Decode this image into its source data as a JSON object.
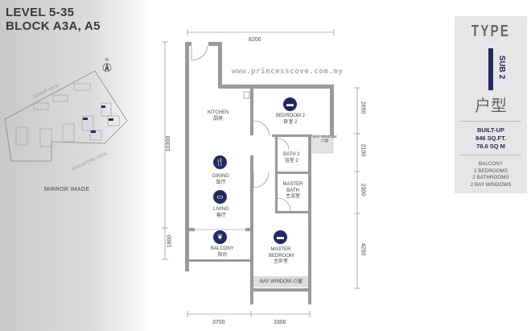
{
  "header": {
    "level": "LEVEL 5-35",
    "block": "BLOCK A3A, A5"
  },
  "site_plan": {
    "north": "N",
    "view_top": "JOHOR VIEW",
    "view_bottom": "SINGAPORE VIEW",
    "note": "MIRROR IMAGE",
    "highlight_color": "#232a63"
  },
  "watermark": "www.princesscove.com.my",
  "rooms": {
    "kitchen": {
      "en": "KITCHEN",
      "cn": "厨房"
    },
    "bedroom2": {
      "en": "BEDROOM 2",
      "cn": "卧室 2"
    },
    "bay_window_small": {
      "en": "BAY WINDOW",
      "cn": "凸窗"
    },
    "bath2": {
      "en": "BATH 2",
      "cn": "浴室 2"
    },
    "master_bath": {
      "en": "MASTER BATH",
      "cn": "主浴室"
    },
    "dining": {
      "en": "DINING",
      "cn": "饭厅"
    },
    "living": {
      "en": "LIVING",
      "cn": "客厅"
    },
    "balcony": {
      "en": "BALCONY",
      "cn": "阳台"
    },
    "master_bedroom": {
      "en": "MASTER BEDROOM",
      "cn": "主卧室"
    },
    "bay_window": {
      "en": "BAY WINDOW 凸窗"
    }
  },
  "dimensions": {
    "top": "8200",
    "left_total": "10300",
    "left_balcony": "1800",
    "right": [
      "2650",
      "2100",
      "2300",
      "4250"
    ],
    "bottom": [
      "3700",
      "3300"
    ]
  },
  "type_box": {
    "type": "TYPE",
    "code": "I",
    "sub": "SUB 2",
    "cn": "户型",
    "builtup_label": "BUILT-UP",
    "sqft": "846 SQ.FT.",
    "sqm": "78.6 SQ M",
    "features": [
      "BALCONY",
      "2 BEDROOMS",
      "2 BATHROOMS",
      "2 BAY WINDOWS"
    ]
  },
  "colors": {
    "accent": "#232a63",
    "wall": "#9a9a9e"
  }
}
